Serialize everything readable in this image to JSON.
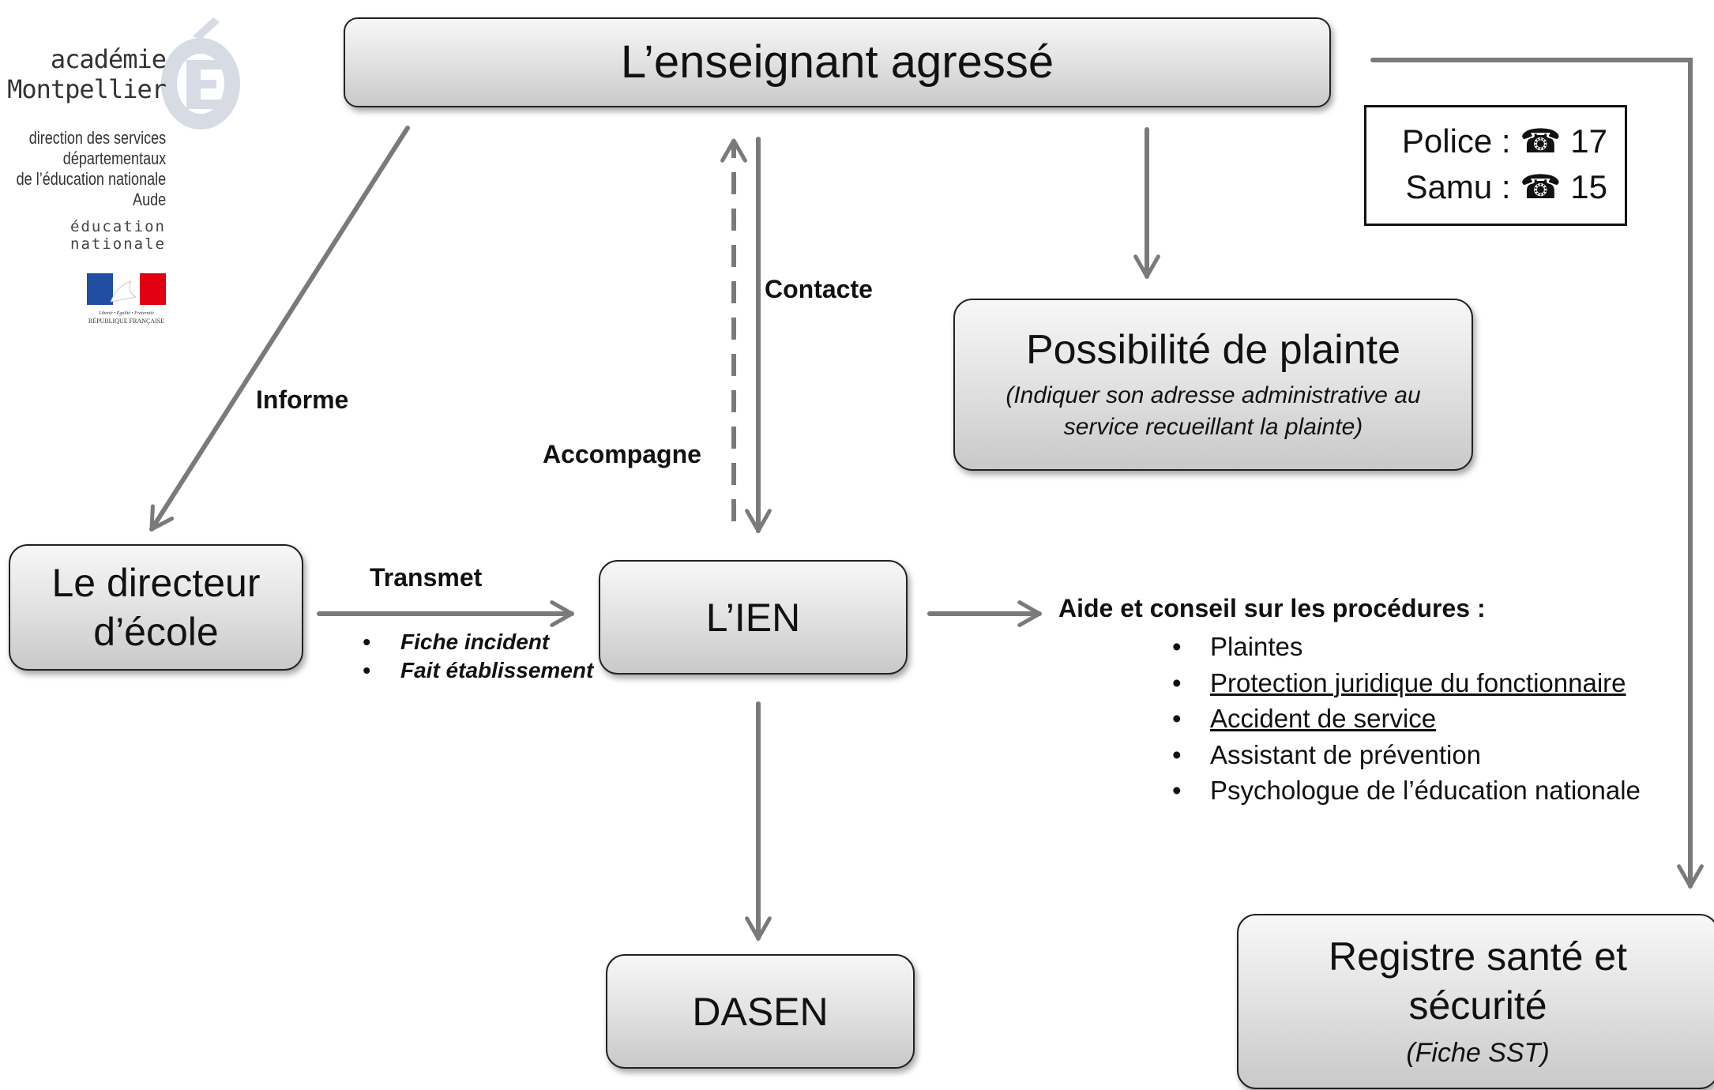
{
  "logo": {
    "academie": "académie",
    "montpellier": "Montpellier",
    "direction_lines": [
      "direction des services",
      "départementaux",
      "de l’éducation nationale",
      "Aude"
    ],
    "education_lines": [
      "éducation",
      "nationale"
    ],
    "motto": "Liberté • Égalité • Fraternité",
    "republique": "RÉPUBLIQUE FRANÇAISE"
  },
  "nodes": {
    "teacher": "L’enseignant agressé",
    "plainte_title": "Possibilité de plainte",
    "plainte_note": "(Indiquer son adresse administrative au service recueillant la plainte)",
    "director": "Le directeur d’école",
    "ien": "L’IEN",
    "dasen": "DASEN",
    "registre_title": "Registre santé et sécurité",
    "registre_note": "(Fiche SST)"
  },
  "edges": {
    "informe": "Informe",
    "contacte": "Contacte",
    "accompagne": "Accompagne",
    "transmet": "Transmet"
  },
  "transmet_items": [
    "Fiche incident",
    "Fait établissement"
  ],
  "aide": {
    "title": "Aide et conseil sur les procédures :",
    "items": [
      "Plaintes",
      "Protection juridique du fonctionnaire",
      "Accident de service",
      "Assistant de prévention",
      "Psychologue de l’éducation nationale"
    ]
  },
  "emergency": {
    "police_label": "Police :",
    "police_number": "17",
    "samu_label": "Samu :",
    "samu_number": "15",
    "icon": "telephone-icon"
  },
  "colors": {
    "arrow": "#7a7a7a",
    "box_border": "#222222",
    "flag_blue": "#1f4ea3",
    "flag_red": "#e1000f"
  }
}
